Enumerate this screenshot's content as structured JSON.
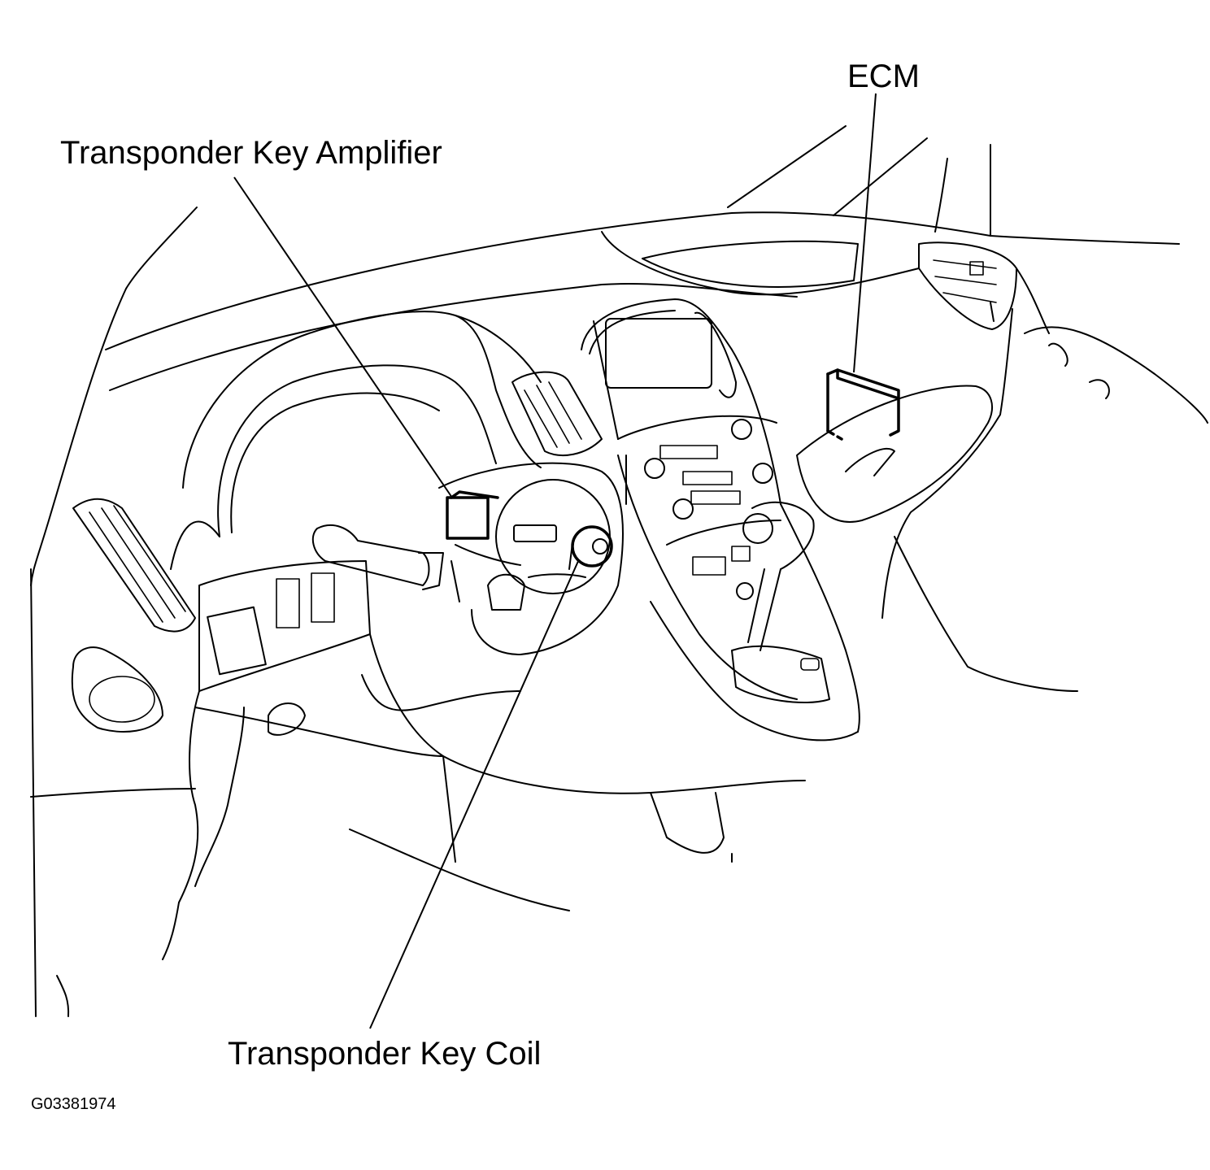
{
  "diagram": {
    "callouts": {
      "ecm": "ECM",
      "transponder_key_amplifier": "Transponder Key Amplifier",
      "transponder_key_coil": "Transponder Key Coil"
    },
    "figure_id": "G03381974"
  },
  "colors": {
    "line": "#000000",
    "background": "#ffffff"
  }
}
